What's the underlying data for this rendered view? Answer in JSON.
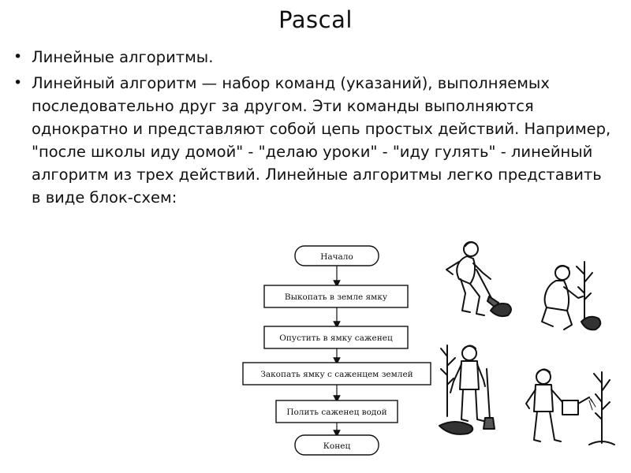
{
  "slide": {
    "title": "Pascal",
    "bullets": [
      "Линейные алгоритмы.",
      "Линейный алгоритм — набор команд (указаний), выполняемых последовательно друг за другом. Эти команды выполняются однократно и представляют собой цепь простых действий.  Например, \"после школы иду домой\" - \"делаю уроки\" - \"иду гулять\"  - линейный алгоритм из трех действий. Линейные алгоритмы легко представить в виде блок-схем:"
    ]
  },
  "flowchart": {
    "start": "Начало",
    "steps": [
      "Выкопать в земле ямку",
      "Опустить в ямку саженец",
      "Закопать ямку с саженцем землей",
      "Полить саженец водой"
    ],
    "end": "Конец"
  },
  "illustrations": [
    {
      "icon": "person-digging-icon"
    },
    {
      "icon": "person-placing-sapling-icon"
    },
    {
      "icon": "person-with-shovel-and-tree-icon"
    },
    {
      "icon": "person-watering-sapling-icon"
    }
  ]
}
